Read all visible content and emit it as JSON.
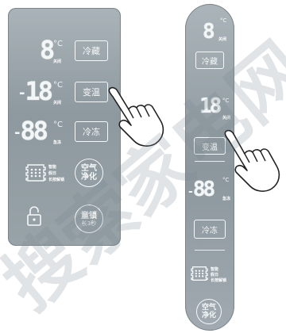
{
  "left_panel": {
    "zones": [
      {
        "minus": "",
        "digits": "8",
        "unit": "°C",
        "mode": "关闭",
        "button": "冷藏"
      },
      {
        "minus": "-",
        "digits": "18",
        "unit": "°C",
        "mode": "关闭",
        "button": "变温"
      },
      {
        "minus": "-",
        "digits": "88",
        "unit": "°C",
        "mode": "急冻",
        "button": "冷冻"
      }
    ],
    "menu_labels": [
      "智能",
      "假日",
      "长按解锁"
    ],
    "air_purify": {
      "line1": "空气",
      "line2": "净化"
    },
    "lock": {
      "line1": "童锁",
      "line2": "长3秒"
    }
  },
  "right_panel": {
    "zone1": {
      "digits": "8",
      "unit": "°C",
      "mode": "关闭",
      "button": "冷藏"
    },
    "zone2": {
      "digits": "18",
      "unit": "°C",
      "mode": "关闭",
      "button": "变温"
    },
    "zone3": {
      "minus": "-",
      "digits": "88",
      "unit": "°C",
      "mode": "急冻",
      "button": "冷冻"
    },
    "menu_labels": [
      "智能",
      "假日",
      "长按解锁"
    ],
    "air_purify": {
      "line1": "空气",
      "line2": "净化"
    }
  },
  "watermark": {
    "text": "搜索家电网"
  },
  "colors": {
    "panel": "#98a3a8",
    "text": "#f5f7f8",
    "background": "#ffffff"
  }
}
